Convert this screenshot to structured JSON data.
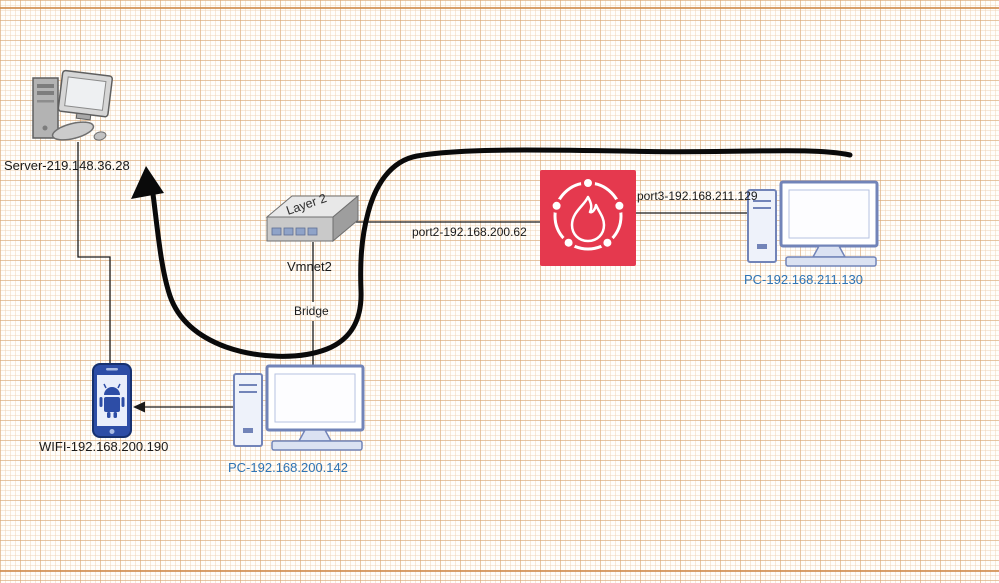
{
  "diagram": {
    "nodes": {
      "server": {
        "label": "Server-219.148.36.28",
        "icon": "desktop-server-icon"
      },
      "switch": {
        "label": "Layer 2",
        "sublabel": "Vmnet2",
        "icon": "layer2-switch-icon"
      },
      "firewall": {
        "icon": "firewall-flame-icon"
      },
      "pc_right": {
        "label": "PC-192.168.211.130",
        "icon": "workstation-icon"
      },
      "pc_bottom": {
        "label": "PC-192.168.200.142",
        "icon": "workstation-icon"
      },
      "phone": {
        "label": "WIFI-192.168.200.190",
        "icon": "android-phone-icon"
      }
    },
    "links": {
      "bridge": {
        "label": "Bridge"
      },
      "port2": {
        "label": "port2-192.168.200.62"
      },
      "port3": {
        "label": "port3-192.168.211.129"
      }
    },
    "colors": {
      "pc_label_blue": "#2e74b5",
      "firewall_red": "#e5394e",
      "annotation_black": "#0a0a0a",
      "grid_major": "#d6a370",
      "grid_minor": "#eed1b0",
      "background": "#fffefb"
    }
  }
}
